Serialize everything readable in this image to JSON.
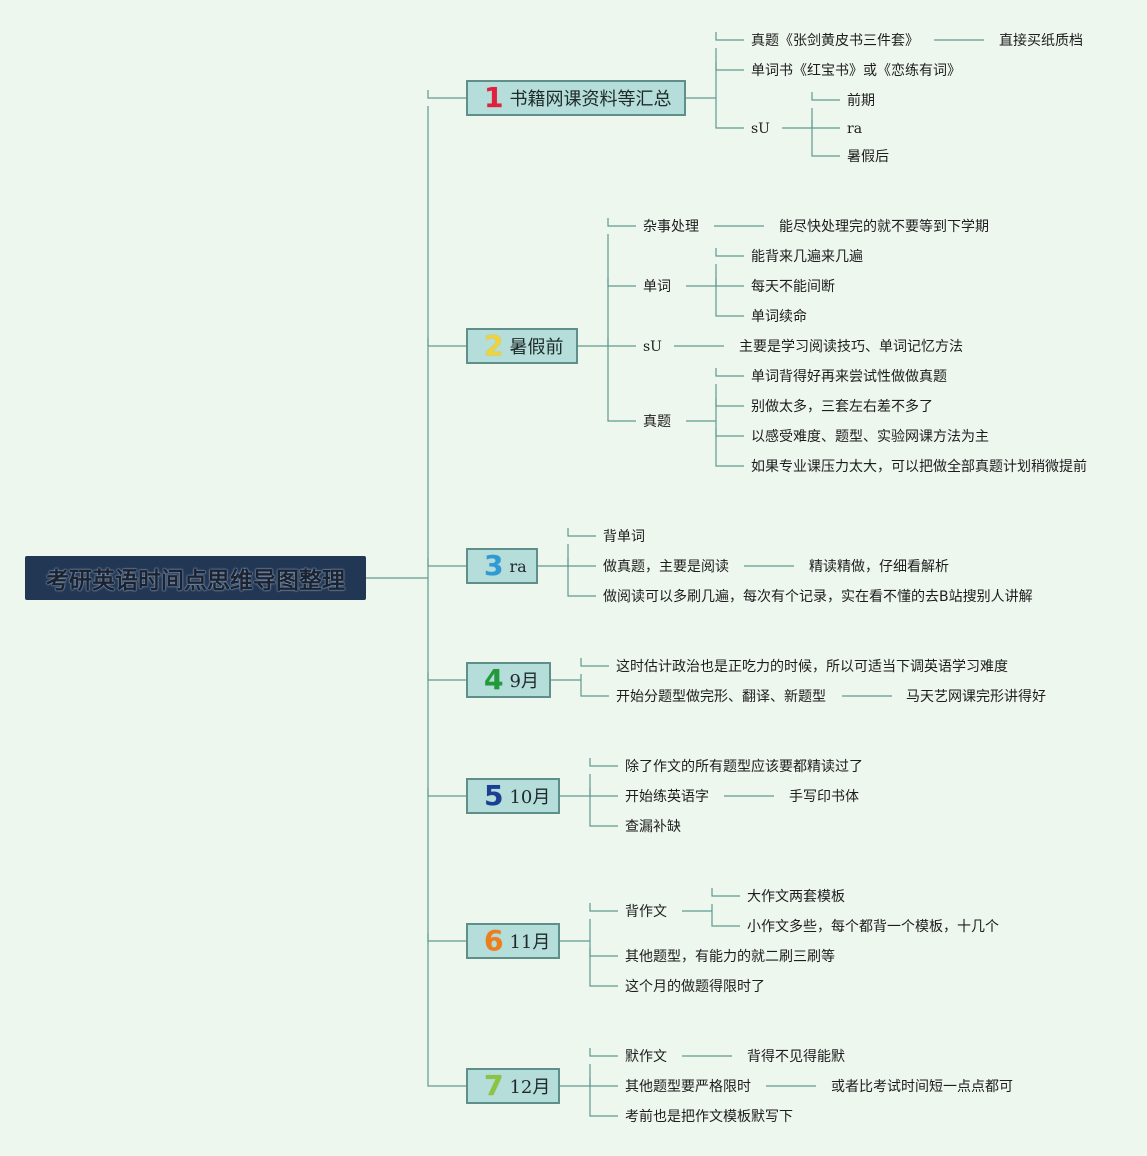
{
  "title": "考研英语时间点思维导图整理",
  "branch_colors": {
    "1": "#e0203c",
    "2": "#f0d23a",
    "3": "#2e9bd6",
    "4": "#229a3a",
    "5": "#1b3f94",
    "6": "#ef7d1a",
    "7": "#8cc43f"
  },
  "branches": [
    {
      "num": "1",
      "label": "书籍网课资料等汇总",
      "items": [
        {
          "text": "真题《张剑黄皮书三件套》",
          "child": "直接买纸质档"
        },
        {
          "text": "单词书《红宝书》或《恋练有词》"
        },
        {
          "text": "sU",
          "children": [
            "前期",
            "ra",
            "暑假后"
          ]
        }
      ]
    },
    {
      "num": "2",
      "label": "暑假前",
      "items": [
        {
          "text": "杂事处理",
          "child": "能尽快处理完的就不要等到下学期"
        },
        {
          "text": "单词",
          "children": [
            "能背来几遍来几遍",
            "每天不能间断",
            "单词续命"
          ]
        },
        {
          "text": "sU",
          "child": "主要是学习阅读技巧、单词记忆方法"
        },
        {
          "text": "真题",
          "children": [
            "单词背得好再来尝试性做做真题",
            "别做太多，三套左右差不多了",
            "以感受难度、题型、实验网课方法为主",
            "如果专业课压力太大，可以把做全部真题计划稍微提前"
          ]
        }
      ]
    },
    {
      "num": "3",
      "label": "ra",
      "items": [
        {
          "text": "背单词"
        },
        {
          "text": "做真题，主要是阅读",
          "child": "精读精做，仔细看解析"
        },
        {
          "text": "做阅读可以多刷几遍，每次有个记录，实在看不懂的去B站搜别人讲解"
        }
      ]
    },
    {
      "num": "4",
      "label": "9月",
      "items": [
        {
          "text": "这时估计政治也是正吃力的时候，所以可适当下调英语学习难度"
        },
        {
          "text": "开始分题型做完形、翻译、新题型",
          "child": "马天艺网课完形讲得好"
        }
      ]
    },
    {
      "num": "5",
      "label": "10月",
      "items": [
        {
          "text": "除了作文的所有题型应该要都精读过了"
        },
        {
          "text": "开始练英语字",
          "child": "手写印书体"
        },
        {
          "text": "查漏补缺"
        }
      ]
    },
    {
      "num": "6",
      "label": "11月",
      "items": [
        {
          "text": "背作文",
          "children": [
            "大作文两套模板",
            "小作文多些，每个都背一个模板，十几个"
          ]
        },
        {
          "text": "其他题型，有能力的就二刷三刷等"
        },
        {
          "text": "这个月的做题得限时了"
        }
      ]
    },
    {
      "num": "7",
      "label": "12月",
      "items": [
        {
          "text": "默作文",
          "child": "背得不见得能默"
        },
        {
          "text": "其他题型要严格限时",
          "child": "或者比考试时间短一点点都可"
        },
        {
          "text": "考前也是把作文模板默写下"
        }
      ]
    }
  ]
}
